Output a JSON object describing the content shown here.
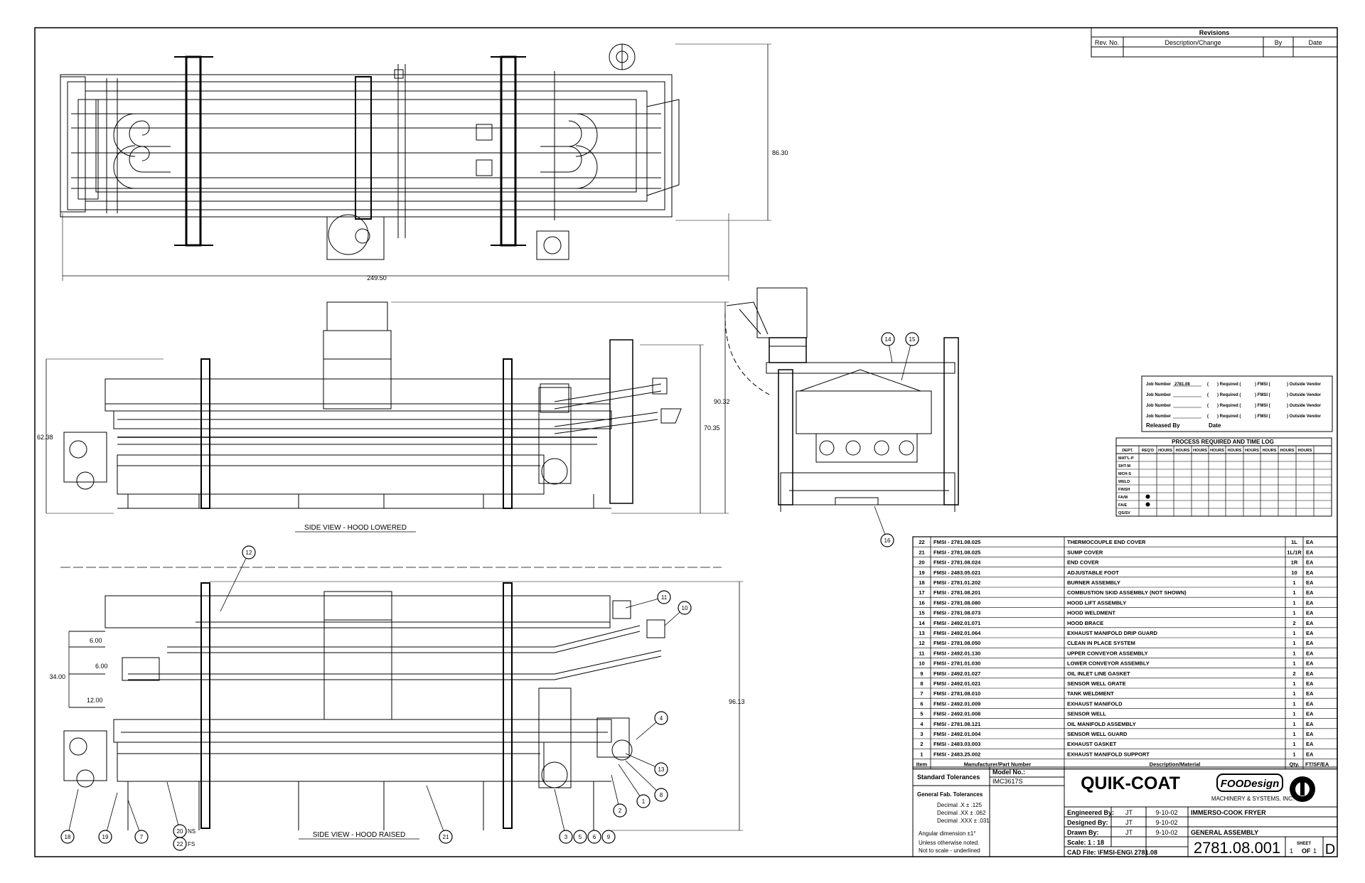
{
  "revisions": {
    "title": "Revisions",
    "headers": [
      "Rev. No.",
      "Description/Change",
      "By",
      "Date"
    ]
  },
  "dimensions": {
    "top_height": "86.30",
    "top_length": "249.50",
    "side_height_left": "62.38",
    "side_height_right": "70.35",
    "hood_overall": "90.32",
    "raised_overall": "96.13",
    "raised_stack": "34.00",
    "raised_gap_1": "6.00",
    "raised_gap_2": "6.00",
    "raised_gap_3": "12.00"
  },
  "view_titles": {
    "lowered": "SIDE VIEW - HOOD LOWERED",
    "raised": "SIDE VIEW - HOOD RAISED"
  },
  "balloons": {
    "end_view": [
      "14",
      "15",
      "16"
    ],
    "raised_top": [
      "12",
      "11",
      "10"
    ],
    "raised_right": [
      "4",
      "13",
      "8",
      "1",
      "2"
    ],
    "raised_bottom": [
      "18",
      "19",
      "7",
      "21"
    ],
    "raised_group": [
      "3",
      "5",
      "6",
      "9"
    ],
    "raised_20": "20",
    "raised_20_suffix": "NS",
    "raised_22": "22",
    "raised_22_suffix": "FS"
  },
  "job": {
    "rows": [
      [
        "Job Number",
        "2781.08",
        "(",
        ") Required (",
        ") FMSI (",
        ") Outside Vendor"
      ],
      [
        "Job Number",
        "",
        "(",
        ") Required (",
        ") FMSI (",
        ") Outside Vendor"
      ],
      [
        "Job Number",
        "",
        "(",
        ") Required (",
        ") FMSI (",
        ") Outside Vendor"
      ],
      [
        "Job Number",
        "",
        "(",
        ") Required (",
        ") FMSI (",
        ") Outside Vendor"
      ]
    ],
    "released_by": "Released By",
    "date": "Date"
  },
  "process": {
    "title": "PROCESS REQUIRED AND TIME LOG",
    "headers": [
      "DEPT.",
      "REQ'D",
      "HOURS",
      "HOURS",
      "HOURS",
      "HOURS",
      "HOURS",
      "HOURS",
      "HOURS",
      "HOURS",
      "HOURS"
    ],
    "depts": [
      "MAT'L-P",
      "SHT-M",
      "MCH-S",
      "WELD",
      "FINSH",
      "FA/M",
      "FA/E",
      "QS/SV"
    ],
    "marked": [
      "FA/M",
      "FA/E"
    ]
  },
  "bom": {
    "rows": [
      {
        "item": "22",
        "part": "FMSI - 2781.08.025",
        "desc": "THERMOCOUPLE END COVER",
        "qty": "1L",
        "unit": "EA"
      },
      {
        "item": "21",
        "part": "FMSI - 2781.08.025",
        "desc": "SUMP COVER",
        "qty": "1L/1R",
        "unit": "EA"
      },
      {
        "item": "20",
        "part": "FMSI - 2781.08.024",
        "desc": "END COVER",
        "qty": "1R",
        "unit": "EA"
      },
      {
        "item": "19",
        "part": "FMSI - 2483.05.021",
        "desc": "ADJUSTABLE FOOT",
        "qty": "10",
        "unit": "EA"
      },
      {
        "item": "18",
        "part": "FMSI - 2781.01.202",
        "desc": "BURNER ASSEMBLY",
        "qty": "1",
        "unit": "EA"
      },
      {
        "item": "17",
        "part": "FMSI - 2781.08.201",
        "desc": "COMBUSTION SKID ASSEMBLY (NOT SHOWN)",
        "qty": "1",
        "unit": "EA"
      },
      {
        "item": "16",
        "part": "FMSI - 2781.08.080",
        "desc": "HOOD LIFT ASSEMBLY",
        "qty": "1",
        "unit": "EA"
      },
      {
        "item": "15",
        "part": "FMSI - 2781.08.073",
        "desc": "HOOD WELDMENT",
        "qty": "1",
        "unit": "EA"
      },
      {
        "item": "14",
        "part": "FMSI - 2492.01.071",
        "desc": "HOOD BRACE",
        "qty": "2",
        "unit": "EA"
      },
      {
        "item": "13",
        "part": "FMSI - 2492.01.064",
        "desc": "EXHAUST MANIFOLD DRIP GUARD",
        "qty": "1",
        "unit": "EA"
      },
      {
        "item": "12",
        "part": "FMSI - 2781.08.050",
        "desc": "CLEAN IN PLACE SYSTEM",
        "qty": "1",
        "unit": "EA"
      },
      {
        "item": "11",
        "part": "FMSI - 2492.01.130",
        "desc": "UPPER CONVEYOR ASSEMBLY",
        "qty": "1",
        "unit": "EA"
      },
      {
        "item": "10",
        "part": "FMSI - 2781.01.030",
        "desc": "LOWER CONVEYOR ASSEMBLY",
        "qty": "1",
        "unit": "EA"
      },
      {
        "item": "9",
        "part": "FMSI - 2492.01.027",
        "desc": "OIL INLET LINE GASKET",
        "qty": "2",
        "unit": "EA"
      },
      {
        "item": "8",
        "part": "FMSI - 2492.01.021",
        "desc": "SENSOR WELL GRATE",
        "qty": "1",
        "unit": "EA"
      },
      {
        "item": "7",
        "part": "FMSI - 2781.08.010",
        "desc": "TANK WELDMENT",
        "qty": "1",
        "unit": "EA"
      },
      {
        "item": "6",
        "part": "FMSI - 2492.01.009",
        "desc": "EXHAUST MANIFOLD",
        "qty": "1",
        "unit": "EA"
      },
      {
        "item": "5",
        "part": "FMSI - 2492.01.008",
        "desc": "SENSOR WELL",
        "qty": "1",
        "unit": "EA"
      },
      {
        "item": "4",
        "part": "FMSI - 2781.08.121",
        "desc": "OIL MANIFOLD ASSEMBLY",
        "qty": "1",
        "unit": "EA"
      },
      {
        "item": "3",
        "part": "FMSI - 2492.01.004",
        "desc": "SENSOR WELL GUARD",
        "qty": "1",
        "unit": "EA"
      },
      {
        "item": "2",
        "part": "FMSI - 2483.03.003",
        "desc": "EXHAUST GASKET",
        "qty": "1",
        "unit": "EA"
      },
      {
        "item": "1",
        "part": "FMSI - 2483.25.002",
        "desc": "EXHAUST MANIFOLD SUPPORT",
        "qty": "1",
        "unit": "EA"
      }
    ],
    "header": {
      "item": "Item",
      "part": "Manufacturer/Part Number",
      "desc": "Description/Material",
      "qty": "Qty.",
      "unit": "FT/SF/EA"
    }
  },
  "title_block": {
    "std_tol": "Standard Tolerances",
    "model_no_label": "Model No.:",
    "model_no": "IMC3617S",
    "gen_fab": "General Fab. Tolerances",
    "tol_1": "Decimal .X ± .125",
    "tol_2": "Decimal .XX ± .062",
    "tol_3": "Decimal .XXX ± .031",
    "angular": "Angular dimension ±1°",
    "unless": "Unless otherwise noted.",
    "not_to_scale": "Not to scale - underlined",
    "brand": "QUIK-COAT",
    "logo_text": "FOODesign",
    "logo_sub": "MACHINERY & SYSTEMS, INC.",
    "engineered_label": "Engineered By:",
    "engineered_by": "JT",
    "engineered_date": "9-10-02",
    "designed_label": "Designed By:",
    "designed_by": "JT",
    "designed_date": "9-10-02",
    "drawn_label": "Drawn By:",
    "drawn_by": "JT",
    "drawn_date": "9-10-02",
    "scale": "Scale: 1 : 18",
    "cad_file": "CAD File: \\FMSI-ENG\\ 2781.08",
    "title_1": "IMMERSO-COOK FRYER",
    "title_2": "GENERAL ASSEMBLY",
    "drawing_no": "2781.08.001",
    "sheet": "1",
    "sheet_label": "SHEET",
    "of_label": "OF",
    "of": "1",
    "rev": "D"
  }
}
